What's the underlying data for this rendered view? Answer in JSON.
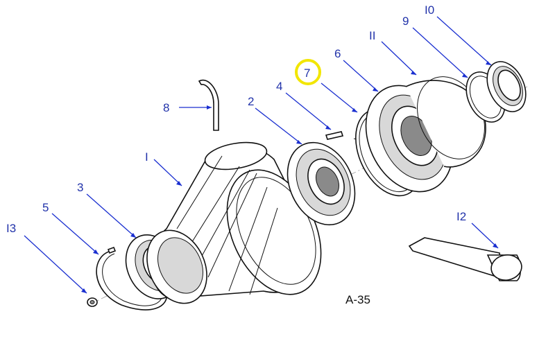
{
  "diagram": {
    "figure_label": "A-35",
    "highlighted_callout": "7",
    "highlight_color": "#f2e600",
    "leader_color": "#1a2fd0",
    "callouts": [
      "1",
      "2",
      "3",
      "4",
      "5",
      "6",
      "7",
      "8",
      "9",
      "10",
      "11",
      "12",
      "13"
    ],
    "callout_glyphs": {
      "1": "I",
      "2": "2",
      "3": "3",
      "4": "4",
      "5": "5",
      "6": "6",
      "7": "7",
      "8": "8",
      "9": "9",
      "10": "I0",
      "11": "II",
      "12": "I2",
      "13": "I3"
    }
  }
}
